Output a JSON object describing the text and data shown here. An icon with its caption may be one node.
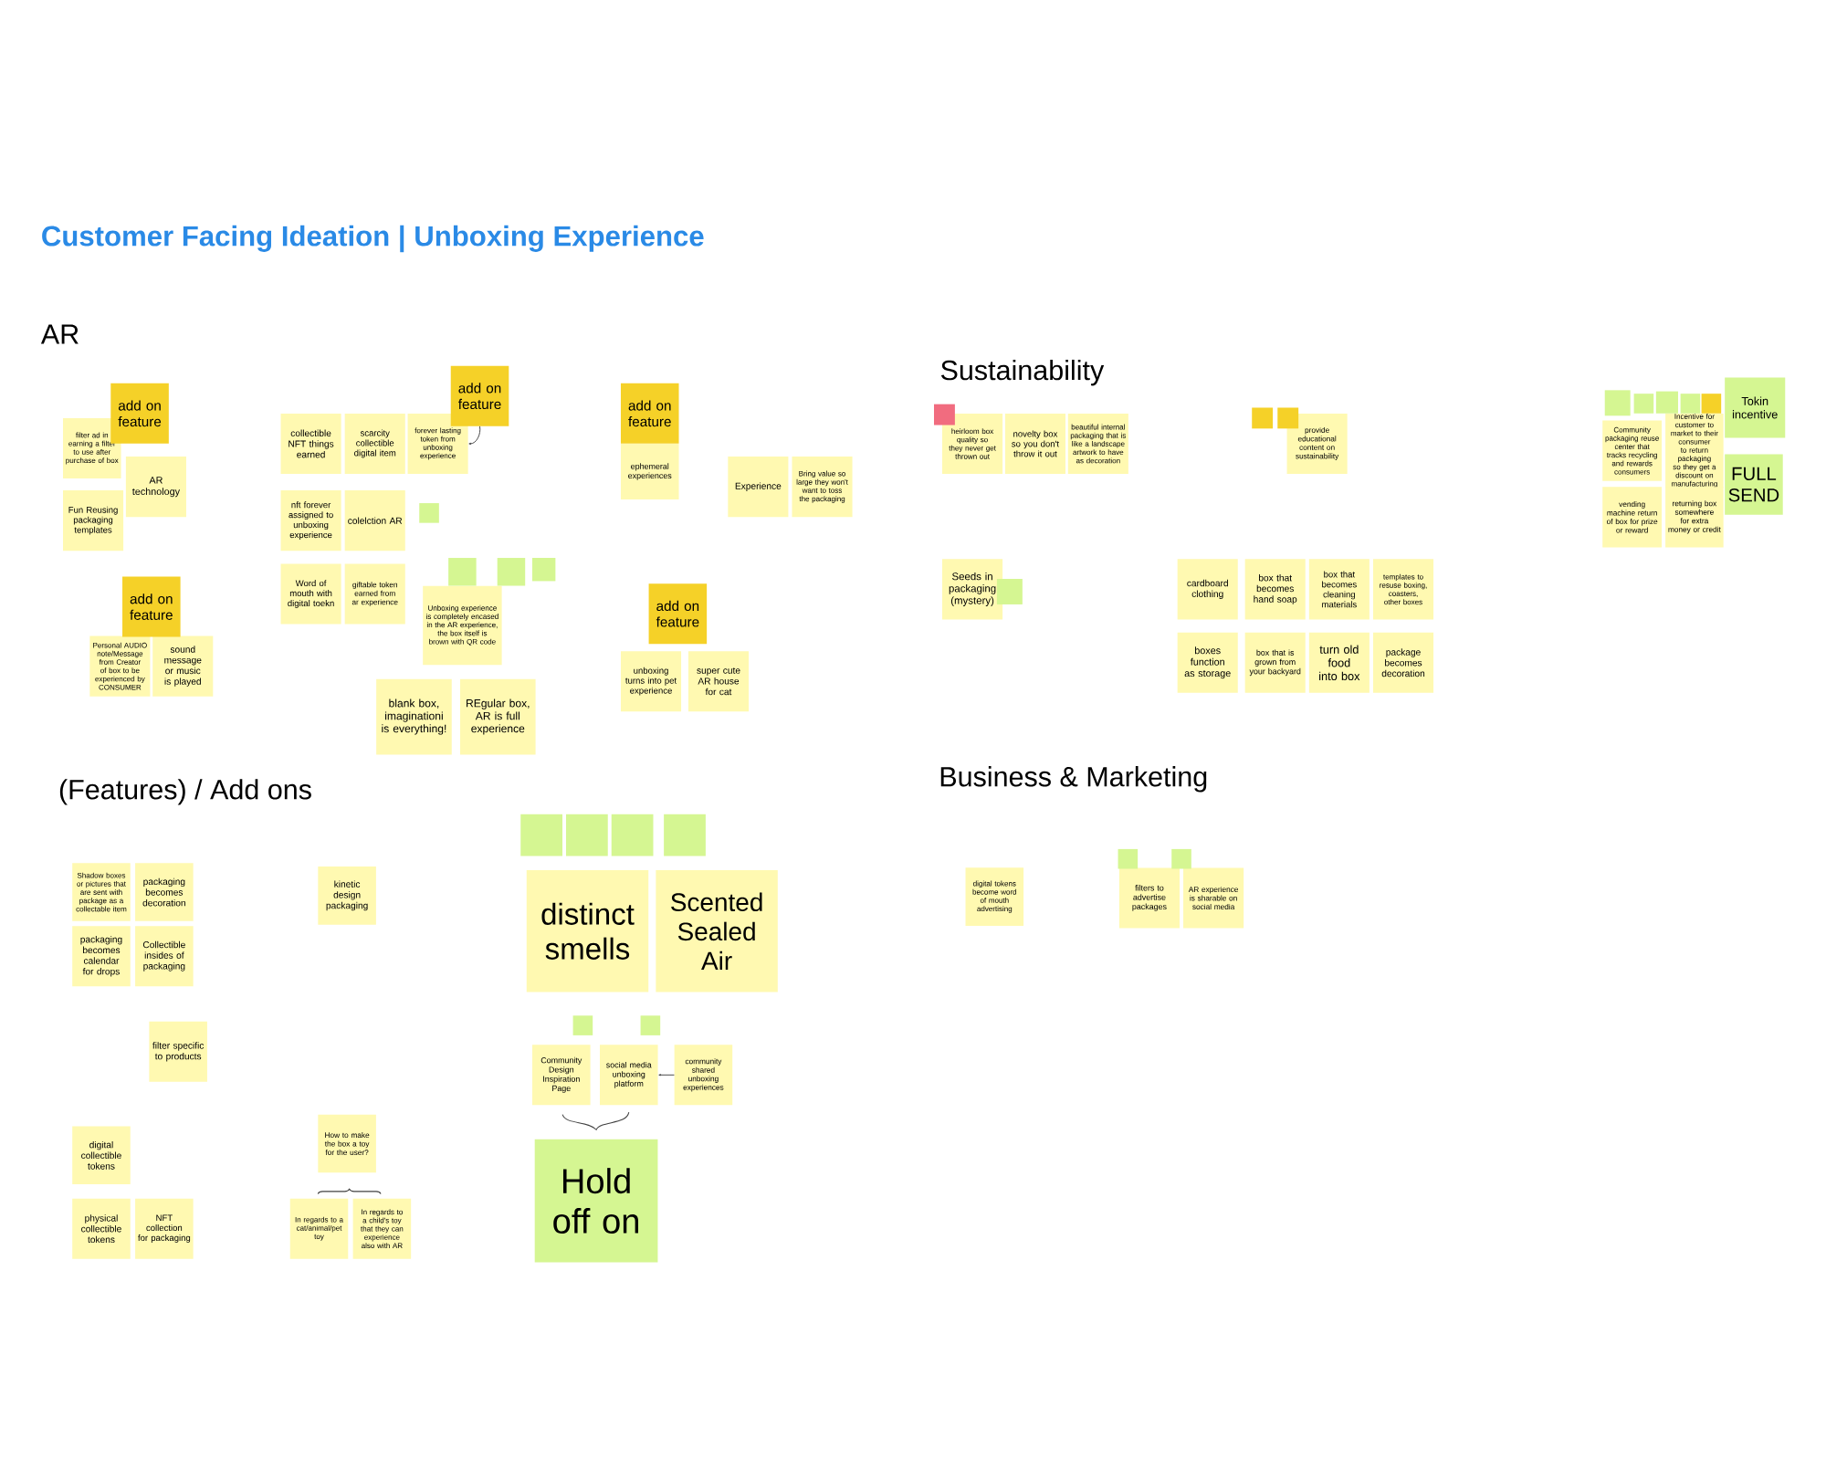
{
  "diagram": {
    "title": "Customer Facing Ideation | Unboxing Experience",
    "nodes": [
      {
        "text": [
          "add on feature"
        ]
      },
      {
        "text": [
          "filter ad in earning a filter to use after purchase of box"
        ]
      },
      {
        "text": [
          "AR technology"
        ]
      },
      {
        "text": [
          "Fun Reusing packaging templates"
        ]
      },
      {
        "text": [
          "add on feature"
        ]
      },
      {
        "text": [
          "Personal AUDIO note/Message from Creator of box to be experienced by CONSUMER"
        ]
      },
      {
        "text": [
          "sound message or music is played"
        ]
      },
      {
        "text": [
          "collectible NFT things earned"
        ]
      },
      {
        "text": [
          "scarcity collectible digital item"
        ]
      },
      {
        "text": [
          "forever lasting token from unboxing experience"
        ]
      },
      {
        "text": [
          "add on feature"
        ]
      },
      {
        "text": [
          "nft forever assigned to unboxing experience"
        ]
      },
      {
        "text": [
          "colelction AR"
        ]
      },
      {
        "text": [],
        "shape": "box"
      },
      {
        "text": [
          "Word of mouth with digital toekn"
        ]
      },
      {
        "text": [
          "giftable token earned from ar experience"
        ]
      },
      {
        "text": [],
        "shape": "box"
      },
      {
        "text": [],
        "shape": "box"
      },
      {
        "text": [],
        "shape": "box"
      },
      {
        "text": [
          "Unboxing experience is completely encased in the AR experience, the box itself is brown with QR code"
        ]
      },
      {
        "text": [
          "blank box, imaginationi is everything!"
        ]
      },
      {
        "text": [
          "REgular box, AR is full experience"
        ]
      },
      {
        "text": [
          "add on feature"
        ]
      },
      {
        "text": [
          "ephemeral experiences"
        ]
      },
      {
        "text": [
          "Experience"
        ]
      },
      {
        "text": [
          "Bring value so large they won't want to toss the packaging"
        ]
      },
      {
        "text": [
          "add on feature"
        ]
      },
      {
        "text": [
          "unboxing turns into pet experience"
        ]
      },
      {
        "text": [
          "super cute AR house for cat"
        ]
      },
      {
        "text": [],
        "shape": "box"
      },
      {
        "text": [
          "heirloom box quality so they never get thrown out"
        ]
      },
      {
        "text": [
          "novelty box so you don't throw it out"
        ]
      },
      {
        "text": [
          "beautiful internal packaging that is like a landscape artwork to have as decoration"
        ]
      },
      {
        "text": [],
        "shape": "box"
      },
      {
        "text": [],
        "shape": "box"
      },
      {
        "text": [
          "provide educational content on sustainability"
        ]
      },
      {
        "text": [
          "Seeds in packaging (mystery)"
        ]
      },
      {
        "text": [],
        "shape": "box"
      },
      {
        "text": [
          "cardboard clothing"
        ]
      },
      {
        "text": [
          "box that becomes hand soap"
        ]
      },
      {
        "text": [
          "box that becomes cleaning materials"
        ]
      },
      {
        "text": [
          "templates to resuse boxing, coasters, other boxes"
        ]
      },
      {
        "text": [
          "boxes function as storage"
        ]
      },
      {
        "text": [
          "box that is grown from your backyard"
        ]
      },
      {
        "text": [
          "turn old food into box"
        ]
      },
      {
        "text": [
          "package becomes decoration"
        ]
      },
      {
        "text": [],
        "shape": "box"
      },
      {
        "text": [],
        "shape": "box"
      },
      {
        "text": [],
        "shape": "box"
      },
      {
        "text": [],
        "shape": "box"
      },
      {
        "text": [],
        "shape": "box"
      },
      {
        "text": [
          "Tokin incentive"
        ]
      },
      {
        "text": [
          "Community packaging reuse center that tracks recycling and rewards consumers"
        ]
      },
      {
        "text": [
          "Incentive for customer to market to their consumer to return packaging so they get a discount on manufacturing"
        ]
      },
      {
        "text": [
          "FULL SEND"
        ]
      },
      {
        "text": [
          "vending machine return of box for prize or reward"
        ]
      },
      {
        "text": [
          "returning box somewhere for extra money or credit"
        ]
      },
      {
        "text": [
          "Shadow boxes or pictures that are sent with package as a collectable item"
        ]
      },
      {
        "text": [
          "packaging becomes decoration"
        ]
      },
      {
        "text": [
          "kinetic design packaging"
        ]
      },
      {
        "text": [],
        "shape": "box"
      },
      {
        "text": [],
        "shape": "box"
      },
      {
        "text": [],
        "shape": "box"
      },
      {
        "text": [],
        "shape": "box"
      },
      {
        "text": [
          "distinct smells"
        ]
      },
      {
        "text": [
          "Scented Sealed Air"
        ]
      },
      {
        "text": [
          "packaging becomes calendar for drops"
        ]
      },
      {
        "text": [
          "Collectible insides of packaging"
        ]
      },
      {
        "text": [
          "filter specific to products"
        ]
      },
      {
        "text": [],
        "shape": "box"
      },
      {
        "text": [],
        "shape": "box"
      },
      {
        "text": [
          "Community Design Inspiration Page"
        ]
      },
      {
        "text": [
          "social media unboxing platform"
        ]
      },
      {
        "text": [
          "community shared unboxing experiences"
        ]
      },
      {
        "text": [
          "Hold off on"
        ]
      },
      {
        "text": [
          "digital collectible tokens"
        ]
      },
      {
        "text": [
          "How to make the box a toy for the user?"
        ]
      },
      {
        "text": [
          "physical collectible tokens"
        ]
      },
      {
        "text": [
          "NFT collection for packaging"
        ]
      },
      {
        "text": [
          "In regards to a cat/animal/pet toy"
        ]
      },
      {
        "text": [
          "In regards to a child's toy that they can experience also with AR"
        ]
      },
      {
        "text": [
          "digital tokens become word of mouth advertising"
        ]
      },
      {
        "text": [],
        "shape": "box"
      },
      {
        "text": [],
        "shape": "box"
      },
      {
        "text": [
          "filters to advertise packages"
        ]
      },
      {
        "text": [
          "AR experience is sharable on social media"
        ]
      }
    ],
    "edges": [
      {
        "from": 10,
        "to": 9,
        "arrow": "to"
      },
      {
        "from": 73,
        "to": 72,
        "arrow": "to"
      }
    ],
    "labels": [
      "AR",
      "Sustainability",
      "(Features) / Add ons",
      "Business & Marketing"
    ]
  }
}
